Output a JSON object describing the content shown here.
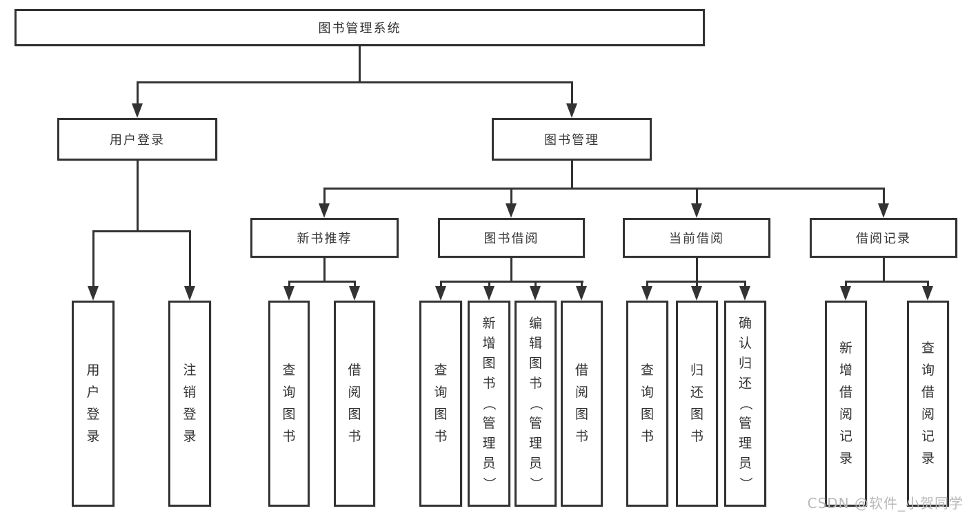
{
  "colors": {
    "line": "#333333",
    "box_border": "#333333",
    "background": "#ffffff",
    "watermark_text": "#b9b9b9"
  },
  "watermark": {
    "text": "CSDN @软件_小贺同学"
  },
  "tree": {
    "label": "图书管理系统",
    "children": [
      {
        "label": "用户登录",
        "children": [
          {
            "label": "用户登录"
          },
          {
            "label": "注销登录"
          }
        ]
      },
      {
        "label": "图书管理",
        "children": [
          {
            "label": "新书推荐",
            "children": [
              {
                "label": "查询图书"
              },
              {
                "label": "借阅图书"
              }
            ]
          },
          {
            "label": "图书借阅",
            "children": [
              {
                "label": "查询图书"
              },
              {
                "label": "新增图书（管理员）"
              },
              {
                "label": "编辑图书（管理员）"
              },
              {
                "label": "借阅图书"
              }
            ]
          },
          {
            "label": "当前借阅",
            "children": [
              {
                "label": "查询图书"
              },
              {
                "label": "归还图书"
              },
              {
                "label": "确认归还（管理员）"
              }
            ]
          },
          {
            "label": "借阅记录",
            "children": [
              {
                "label": "新增借阅记录"
              },
              {
                "label": "查询借阅记录"
              }
            ]
          }
        ]
      }
    ]
  }
}
